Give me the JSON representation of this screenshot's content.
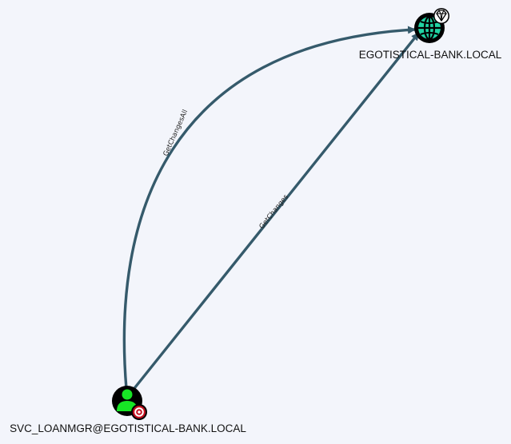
{
  "graph": {
    "nodes": [
      {
        "id": "domain",
        "type": "Domain",
        "label": "EGOTISTICAL-BANK.LOCAL",
        "icon": "globe-icon",
        "badge": "diamond-icon",
        "fill": "#21d3a3"
      },
      {
        "id": "user",
        "type": "User",
        "label": "SVC_LOANMGR@EGOTISTICAL-BANK.LOCAL",
        "icon": "user-icon",
        "badge": "target-icon",
        "fill": "#17e625"
      }
    ],
    "edges": [
      {
        "from": "user",
        "to": "domain",
        "label": "GetChangesAll"
      },
      {
        "from": "user",
        "to": "domain",
        "label": "GetChanges"
      }
    ],
    "colors": {
      "background": "#f3f5fb",
      "edge": "#355a6b",
      "node_ring": "#000000",
      "target_badge": "#c5101f"
    }
  }
}
